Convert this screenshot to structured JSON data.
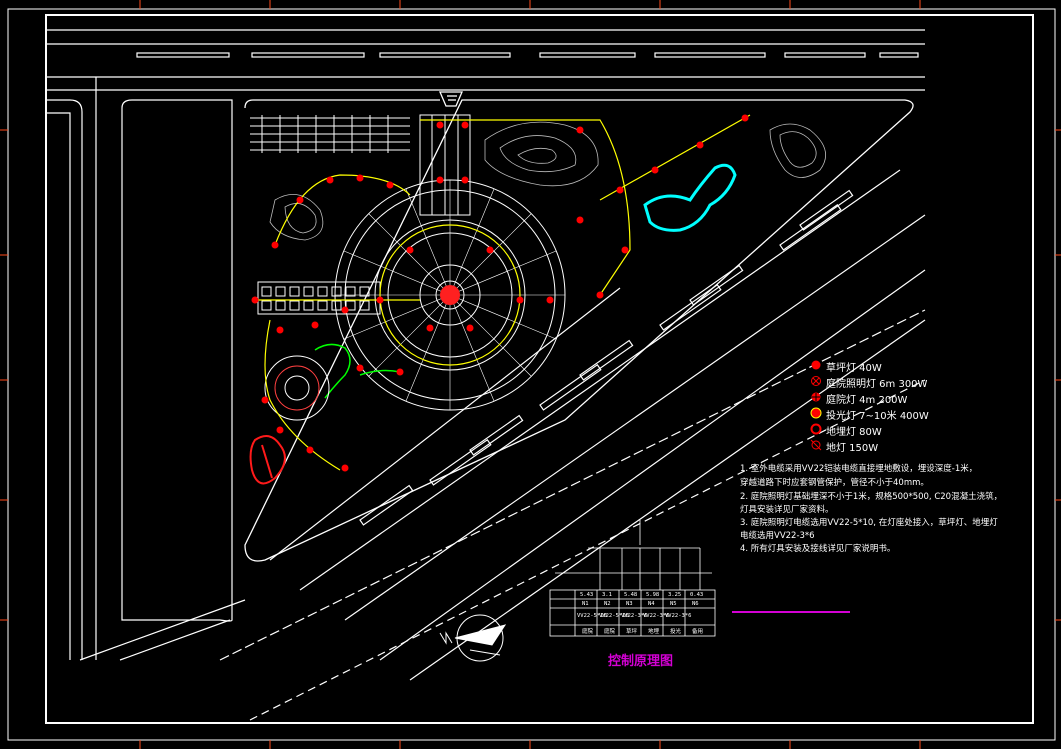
{
  "legend": [
    {
      "symbol": "fill-dot",
      "label": "草坪灯 40W"
    },
    {
      "symbol": "x-circle",
      "label": "庭院照明灯 6m 300W"
    },
    {
      "symbol": "dot-cross",
      "label": "庭院灯 4m 200W"
    },
    {
      "symbol": "dot-large",
      "label": "投光灯 7~10米 400W"
    },
    {
      "symbol": "ring",
      "label": "地埋灯 80W"
    },
    {
      "symbol": "x-circle-small",
      "label": "地灯 150W"
    }
  ],
  "notes": [
    "1. 室外电缆采用VV22铠装电缆直接埋地敷设，埋设深度-1米，",
    "   穿越道路下时应套钢管保护，管径不小于40mm。",
    "2. 庭院照明灯基础埋深不小于1米，规格500*500, C20混凝土浇筑，",
    "   灯具安装详见厂家资料。",
    "3. 庭院照明灯电缆选用VV22-5*10, 在灯座处接入，草坪灯、地埋灯",
    "   电缆选用VV22-3*6",
    "4. 所有灯具安装及接线详见厂家说明书。"
  ],
  "control_title": "控制原理图",
  "control_table": {
    "row1": [
      "",
      "5.43",
      "3.1",
      "5.48",
      "5.98",
      "3.25",
      "0.43"
    ],
    "row2": [
      "",
      "N1",
      "N2",
      "N3",
      "N4",
      "N5",
      "N6"
    ],
    "row3": [
      "",
      "VV22-5*10",
      "VV22-5*10",
      "VV22-3*6",
      "VV22-3*6",
      "VV22-3*6",
      ""
    ],
    "row4": [
      "",
      "庭院",
      "庭院",
      "草坪",
      "地埋",
      "投光",
      "备用"
    ]
  },
  "colors": {
    "background": "#000000",
    "line": "#ffffff",
    "cable": "#ffff00",
    "lamp": "#ff0000",
    "water": "#00ffff",
    "green": "#00ff00",
    "title": "#d400d4"
  }
}
